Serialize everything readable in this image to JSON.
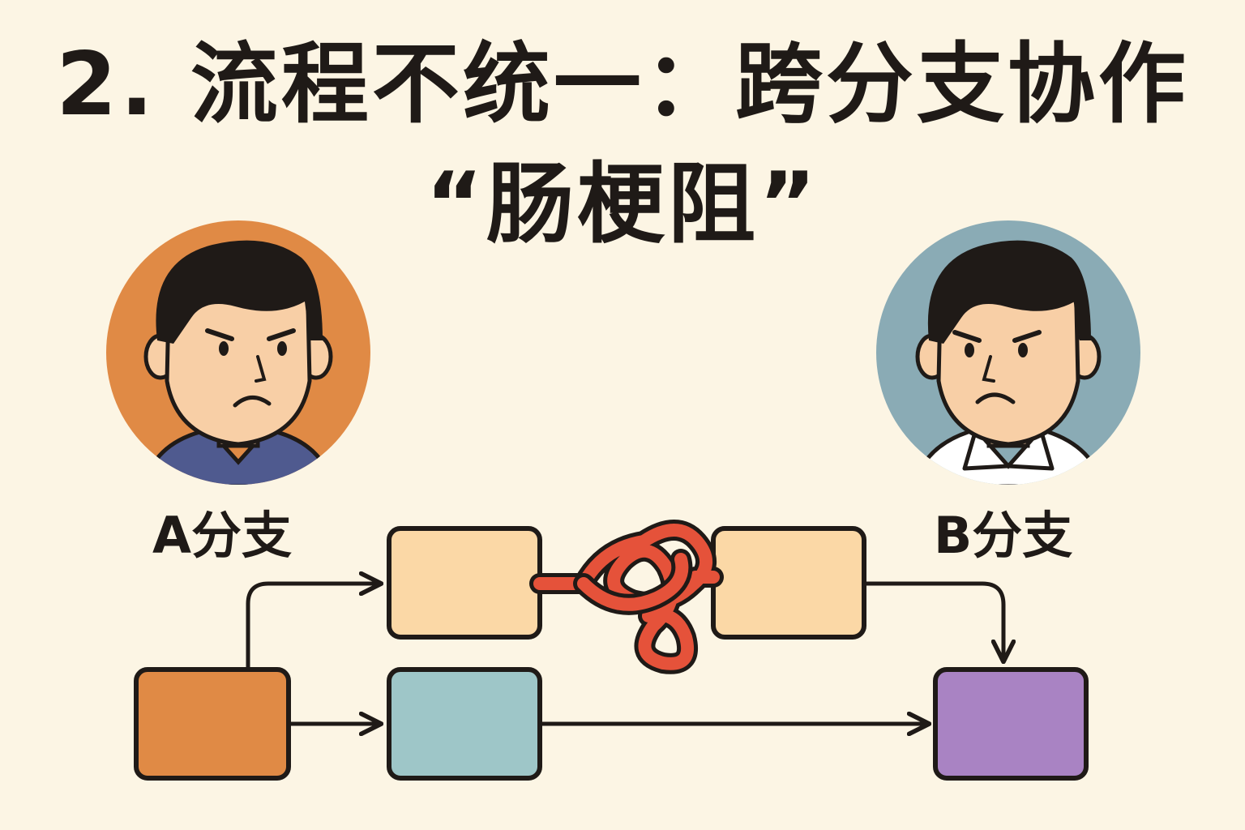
{
  "title": {
    "line1": "2. 流程不统一：跨分支协作",
    "line2": "“肠梗阻”"
  },
  "branches": {
    "a": {
      "label": "A分支",
      "avatar_bg": "#e08a45",
      "shirt": "#4f5a8f"
    },
    "b": {
      "label": "B分支",
      "avatar_bg": "#8aabb5",
      "shirt": "#ffffff"
    }
  },
  "colors": {
    "background": "#fcf5e4",
    "box_peach": "#fbd8a6",
    "box_orange": "#e08a45",
    "box_teal": "#9ec6c8",
    "box_purple": "#a983c3",
    "knot": "#e5523a",
    "skin": "#f8cfa6",
    "outline": "#1f1a17"
  },
  "icons": [
    "frowning-person-a-icon",
    "frowning-person-b-icon",
    "tangled-knot-icon",
    "arrow-icon"
  ]
}
